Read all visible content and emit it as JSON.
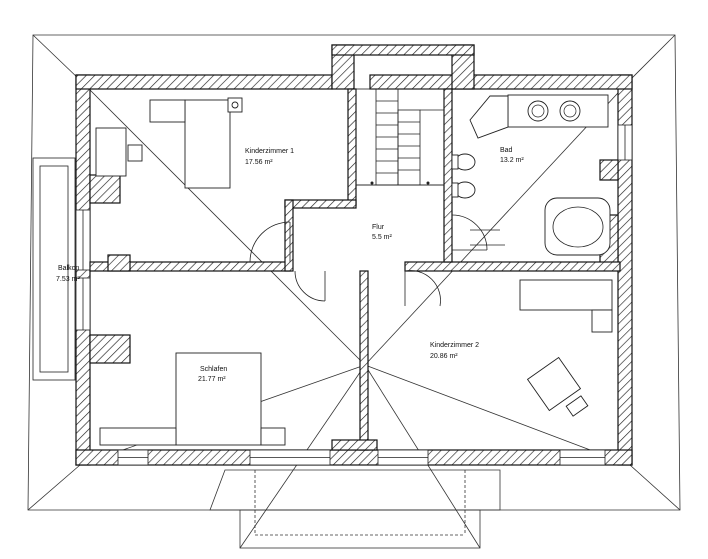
{
  "rooms": [
    {
      "id": "kinderzimmer1",
      "name": "Kinderzimmer 1",
      "area": "17.56 m²"
    },
    {
      "id": "bad",
      "name": "Bad",
      "area": "13.2 m²"
    },
    {
      "id": "flur",
      "name": "Flur",
      "area": "5.5 m²"
    },
    {
      "id": "balkon",
      "name": "Balkon",
      "area": "7.53 m²"
    },
    {
      "id": "schlafen",
      "name": "Schlafen",
      "area": "21.77 m²"
    },
    {
      "id": "kinderzimmer2",
      "name": "Kinderzimmer 2",
      "area": "20.86 m²"
    }
  ]
}
